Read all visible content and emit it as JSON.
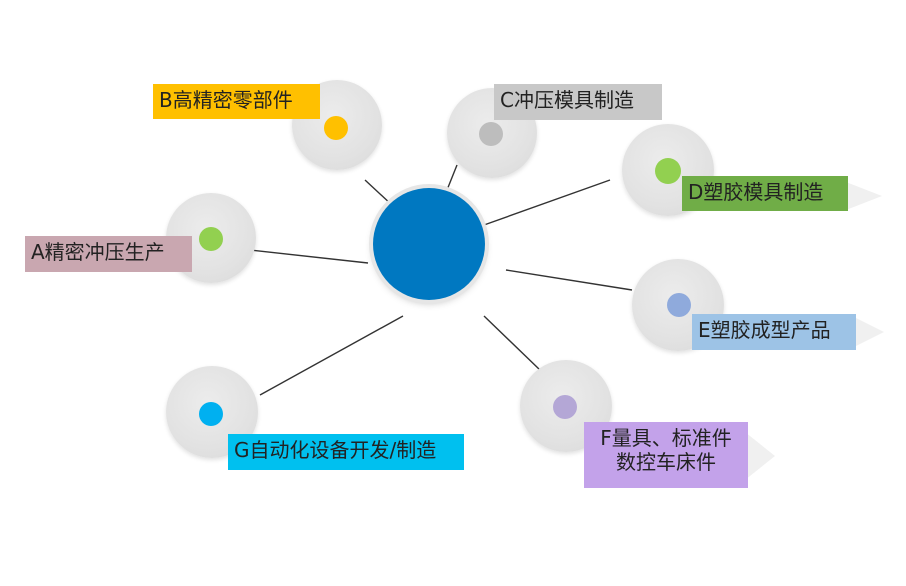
{
  "hub_color": "#0078c1",
  "nodes": {
    "a": {
      "label": "A精密冲压生产",
      "dot_color": "#92d050",
      "label_bg": "#c9a7b0"
    },
    "b": {
      "label": "B高精密零部件",
      "dot_color": "#ffc000",
      "label_bg": "#ffc000"
    },
    "c": {
      "label": "C冲压模具制造",
      "dot_color": "#bdbdbd",
      "label_bg": "#c8c8c8"
    },
    "d": {
      "label": "D塑胶模具制造",
      "dot_color": "#92d050",
      "label_bg": "#70ad47"
    },
    "e": {
      "label": "E塑胶成型产品",
      "dot_color": "#8faadc",
      "label_bg": "#9dc3e6"
    },
    "f": {
      "label_line1": "F量具、标准件",
      "label_line2": "数控车床件",
      "dot_color": "#b4a7d6",
      "label_bg": "#c3a2ea"
    },
    "g": {
      "label": "G自动化设备开发/制造",
      "dot_color": "#00b0f0",
      "label_bg": "#00c0ef"
    }
  }
}
